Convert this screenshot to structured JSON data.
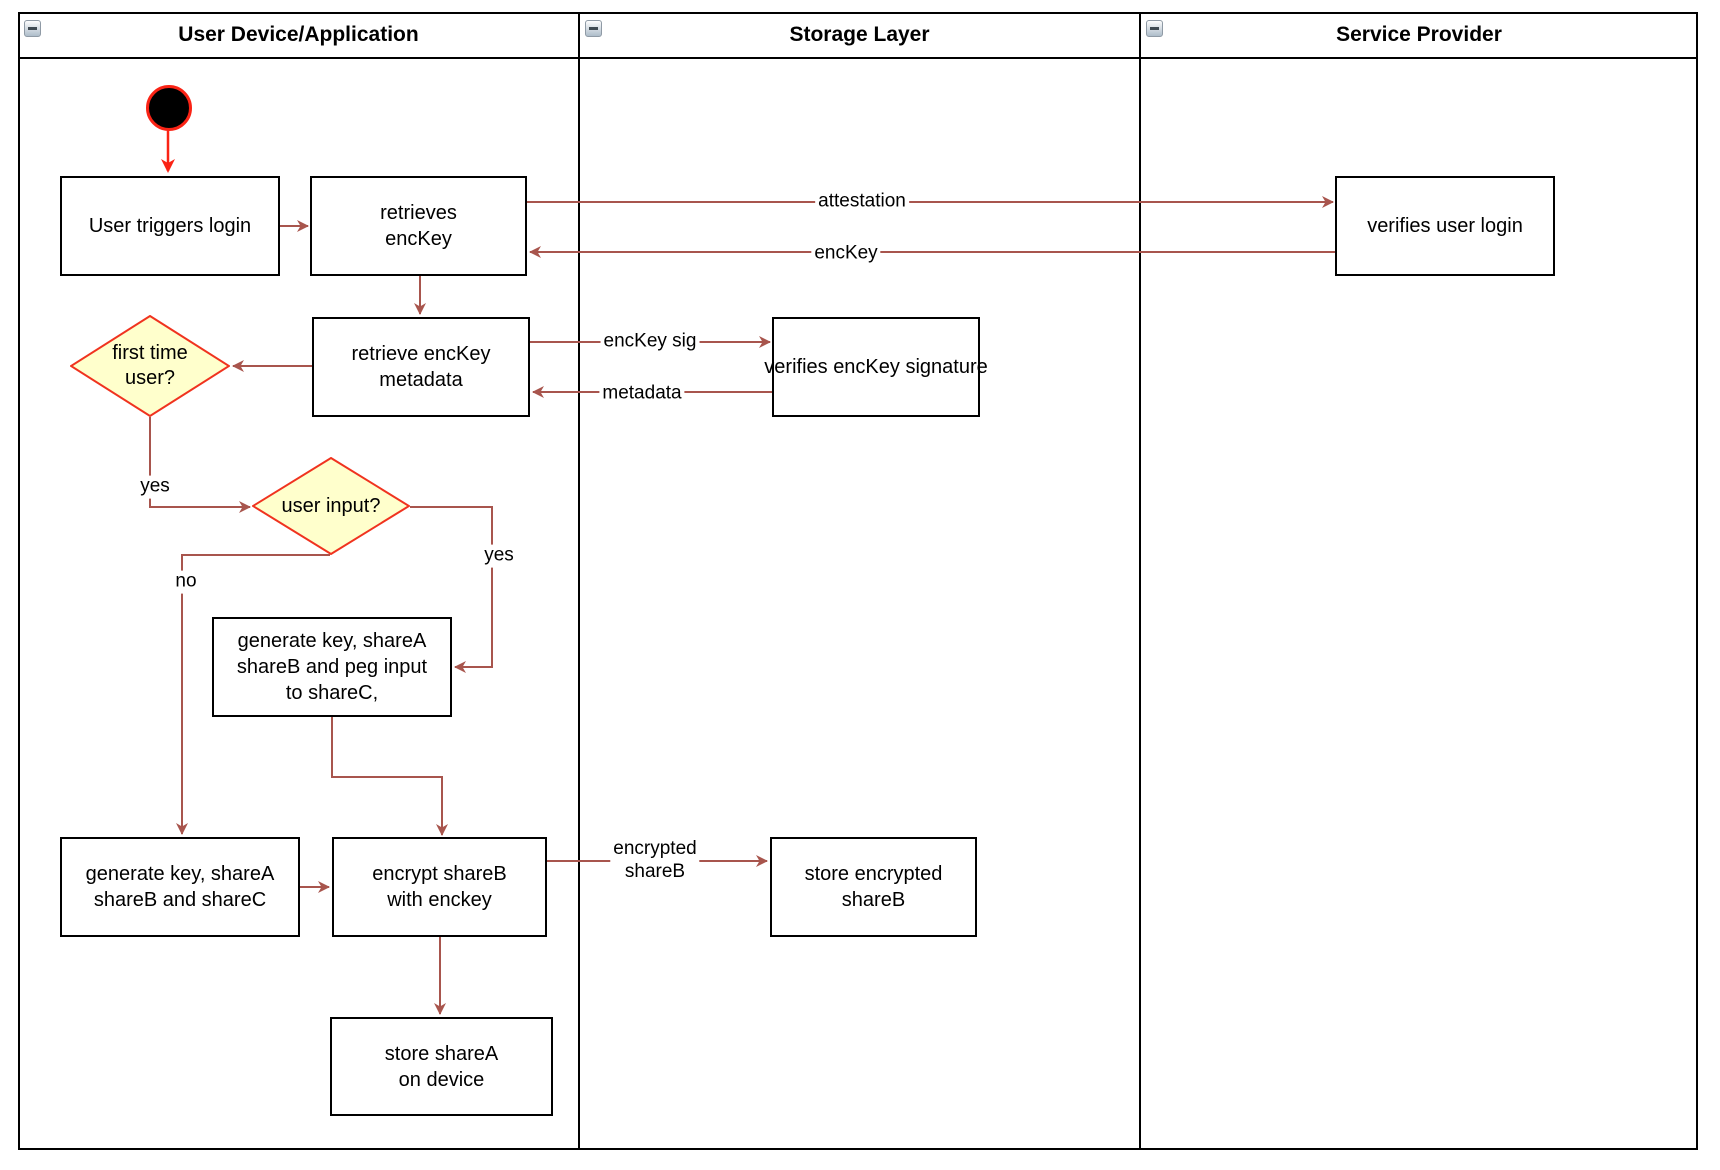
{
  "lanes": [
    {
      "title": "User Device/Application"
    },
    {
      "title": "Storage Layer"
    },
    {
      "title": "Service Provider"
    }
  ],
  "nodes": {
    "start": {
      "type": "initial-node"
    },
    "user_triggers_login": {
      "label": "User triggers login"
    },
    "retrieves_enckey": {
      "label": "retrieves\nencKey"
    },
    "verifies_user_login": {
      "label": "verifies user login"
    },
    "retrieve_enckey_metadata": {
      "label": "retrieve encKey\nmetadata"
    },
    "verifies_enckey_signature": {
      "label": "verifies encKey signature"
    },
    "first_time_user": {
      "type": "decision",
      "label": "first time\nuser?"
    },
    "user_input": {
      "type": "decision",
      "label": "user input?"
    },
    "generate_key_peg_input": {
      "label": "generate key, shareA\nshareB and peg input\nto shareC,"
    },
    "generate_key_sharec": {
      "label": "generate key, shareA\nshareB and shareC"
    },
    "encrypt_shareb": {
      "label": "encrypt shareB\nwith enckey"
    },
    "store_encrypted_shareb": {
      "label": "store encrypted\nshareB"
    },
    "store_sharea": {
      "label": "store shareA\non device"
    }
  },
  "edge_labels": {
    "attestation": "attestation",
    "enckey": "encKey",
    "enckey_sig": "encKey sig",
    "metadata": "metadata",
    "first_time_yes": "yes",
    "user_input_yes": "yes",
    "user_input_no": "no",
    "encrypted_shareb": "encrypted\nshareB"
  },
  "colors": {
    "arrow": "#a8554d",
    "start_arrow": "#fa2315",
    "decision_fill": "#ffffcc",
    "decision_border": "#f0331f",
    "node_border": "#000000",
    "node_fill": "#ffffff"
  }
}
